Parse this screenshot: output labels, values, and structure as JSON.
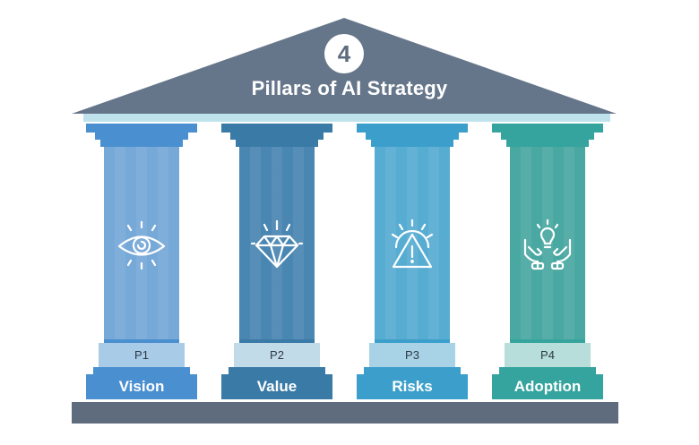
{
  "header": {
    "number": "4",
    "title": "Pillars of AI Strategy"
  },
  "colors": {
    "roof": "#66768a",
    "beam": "#bfe3ec",
    "floor": "#5e6c7e"
  },
  "pillars": [
    {
      "label": "P1",
      "name": "Vision",
      "icon": "eye-icon",
      "color": "#4a8fcf",
      "shaft": "#76a8d8",
      "tag": "#a8cbe8"
    },
    {
      "label": "P2",
      "name": "Value",
      "icon": "diamond-icon",
      "color": "#3a7aa6",
      "shaft": "#4a86b2",
      "tag": "#c2dbe9"
    },
    {
      "label": "P3",
      "name": "Risks",
      "icon": "warning-gear-icon",
      "color": "#3c9fcb",
      "shaft": "#57acd2",
      "tag": "#a8d2e6"
    },
    {
      "label": "P4",
      "name": "Adoption",
      "icon": "hands-lightbulb-icon",
      "color": "#36a49e",
      "shaft": "#4aa8a2",
      "tag": "#b7dedb"
    }
  ]
}
